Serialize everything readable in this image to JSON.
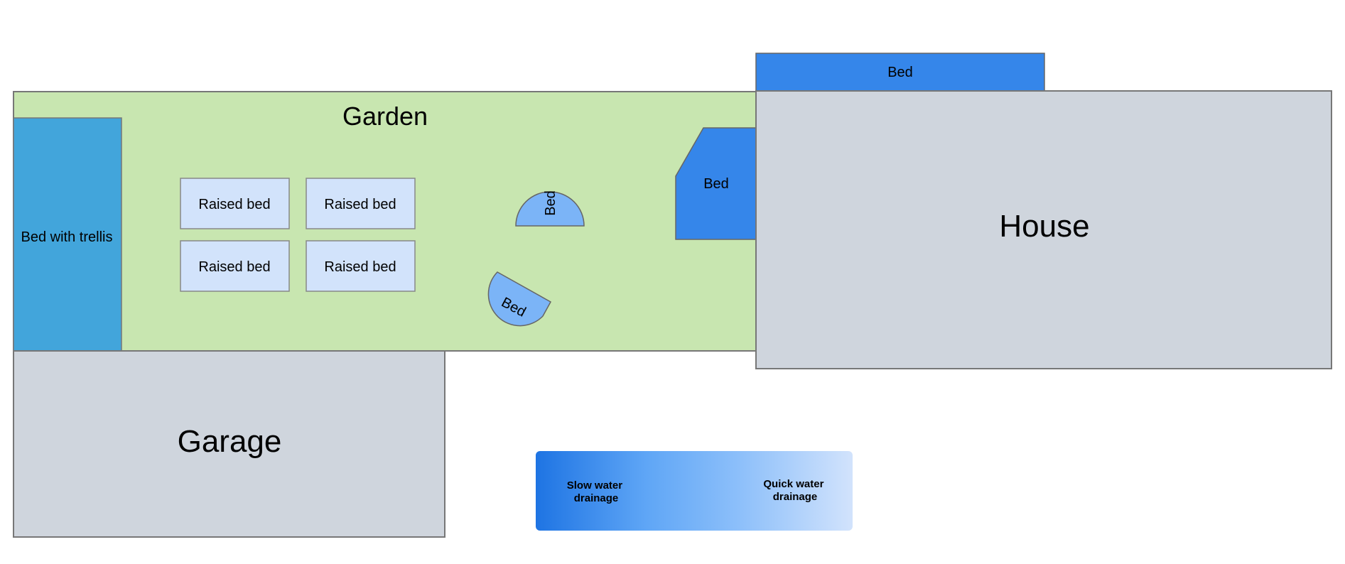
{
  "garden": {
    "label": "Garden",
    "color": "#c8e6b0"
  },
  "house": {
    "label": "House",
    "color": "#cfd5dd"
  },
  "garage": {
    "label": "Garage",
    "color": "#cfd5dd"
  },
  "trellis_bed": {
    "label": "Bed with trellis",
    "color": "#42a5db"
  },
  "raised_beds": [
    {
      "label": "Raised bed"
    },
    {
      "label": "Raised bed"
    },
    {
      "label": "Raised bed"
    },
    {
      "label": "Raised bed"
    }
  ],
  "raised_bed_color": "#d2e3fb",
  "beds": {
    "top": {
      "label": "Bed",
      "color": "#3586ea"
    },
    "side": {
      "label": "Bed",
      "color": "#3586ea"
    },
    "half_round": {
      "label": "Bed",
      "color": "#7bb4f7"
    },
    "tilted": {
      "label": "Bed",
      "color": "#7bb4f7"
    }
  },
  "legend": {
    "slow_label": "Slow water drainage",
    "quick_label": "Quick water drainage",
    "gradient_start": "#1e74e3",
    "gradient_end": "#d2e3fc"
  }
}
